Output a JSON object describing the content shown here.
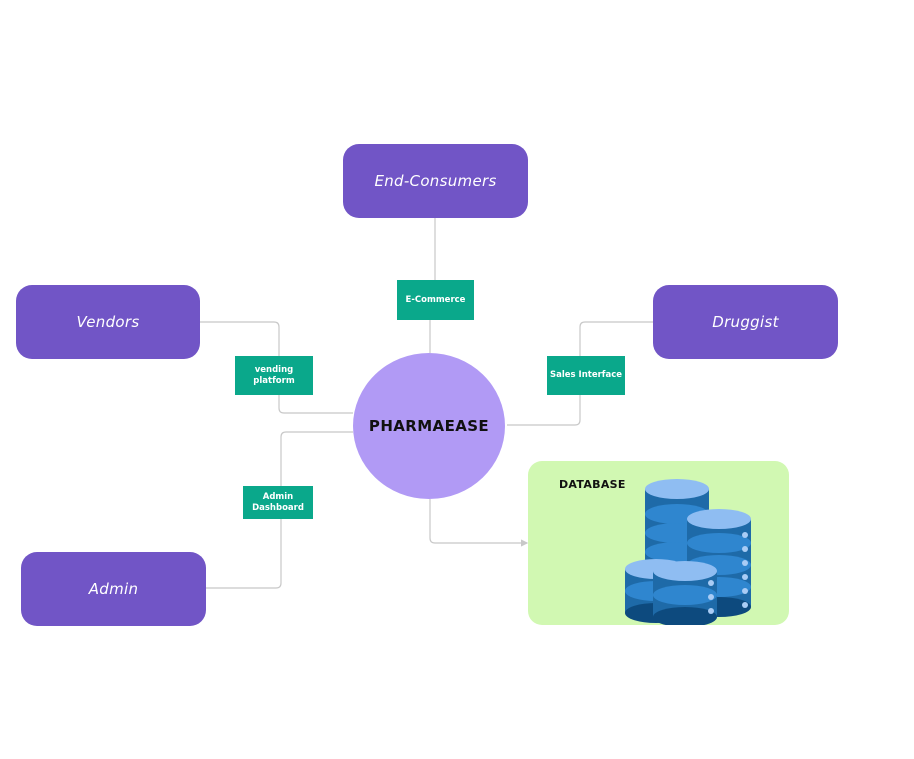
{
  "colors": {
    "actor": "#7155c6",
    "tag": "#0aa88b",
    "hub": "#b19af5",
    "database_panel": "#d1f8b2",
    "connector": "#c8c8c8"
  },
  "hub": {
    "label": "PHARMAEASE"
  },
  "actors": {
    "end_consumers": "End-Consumers",
    "vendors": "Vendors",
    "druggist": "Druggist",
    "admin": "Admin"
  },
  "interfaces": {
    "ecommerce": "E-Commerce",
    "vending": [
      "vending",
      "platform"
    ],
    "sales": "Sales Interface",
    "admin_dashboard": [
      "Admin",
      "Dashboard"
    ]
  },
  "database": {
    "label": "DATABASE",
    "icon": "database-stack-icon"
  }
}
